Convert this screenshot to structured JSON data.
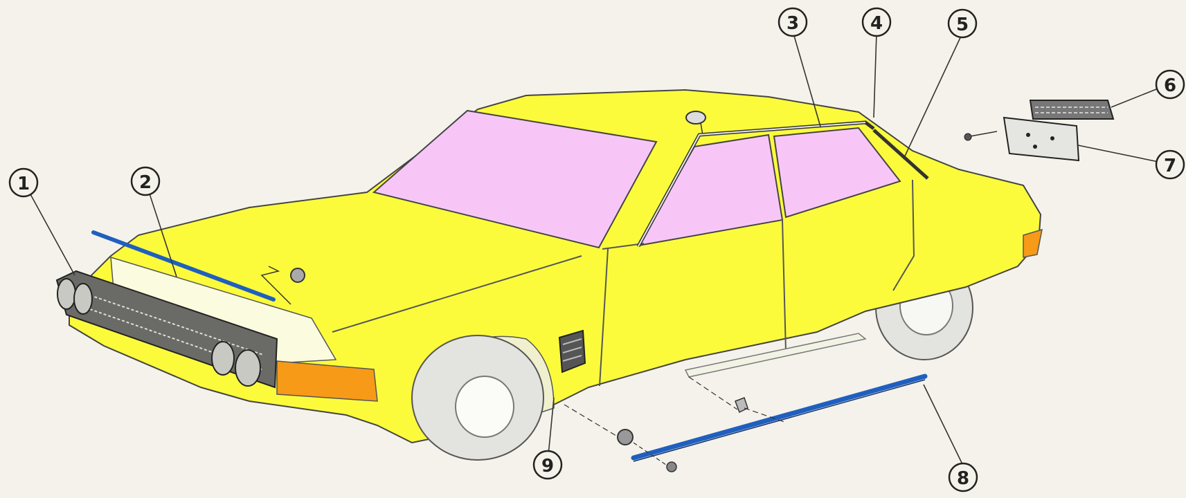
{
  "diagram": {
    "colors": {
      "body": "#fbfb3c",
      "glass": "#f7c6f7",
      "molding": "#1f5fbf",
      "turn_signal": "#f79a18",
      "tire": "#e3e3df",
      "outline": "#444444"
    },
    "callouts": [
      {
        "id": "1",
        "label": "1",
        "part": "front-grille"
      },
      {
        "id": "2",
        "label": "2",
        "part": "hood-molding"
      },
      {
        "id": "3",
        "label": "3",
        "part": "roof-drip-molding"
      },
      {
        "id": "4",
        "label": "4",
        "part": "roof-drip-molding-end"
      },
      {
        "id": "5",
        "label": "5",
        "part": "rear-pillar-molding"
      },
      {
        "id": "6",
        "label": "6",
        "part": "rear-emblem"
      },
      {
        "id": "7",
        "label": "7",
        "part": "rear-panel-garnish"
      },
      {
        "id": "8",
        "label": "8",
        "part": "rocker-panel-molding"
      },
      {
        "id": "9",
        "label": "9",
        "part": "fender-clip"
      }
    ]
  }
}
